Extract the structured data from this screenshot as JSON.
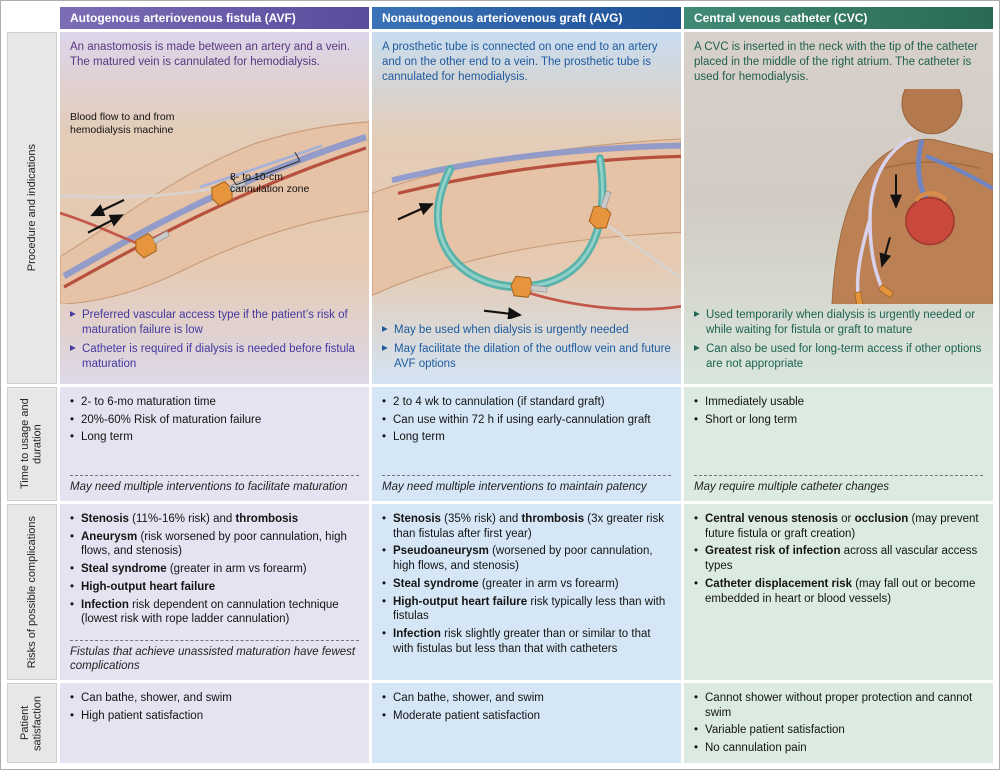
{
  "row_labels": [
    "Procedure and indications",
    "Time to usage and duration",
    "Risks of possible complications",
    "Patient satisfaction"
  ],
  "columns": [
    {
      "header": "Autogenous arteriovenous fistula (AVF)",
      "colors": {
        "header": "#5e50a0",
        "panel": "#e6e2f1",
        "accent": "#4338a0"
      },
      "procedure": {
        "description": "An anastomosis is made between an artery and a vein. The matured vein is cannulated for hemodialysis.",
        "annotations": {
          "blood_flow": "Blood flow to and from hemodialysis machine",
          "cannulation_zone": "8- to 10-cm cannulation zone"
        },
        "indications": [
          "Preferred vascular access type if the patient’s risk of maturation failure is low",
          "Catheter is required if dialysis is needed before fistula maturation"
        ]
      },
      "time": {
        "bullets": [
          "2- to 6-mo maturation time",
          "20%-60% Risk of maturation failure",
          "Long term"
        ],
        "note": "May need multiple interventions to facilitate maturation"
      },
      "risks": {
        "bullets": [
          "**Stenosis** (11%-16% risk) and **thrombosis**",
          "**Aneurysm** (risk worsened by poor cannulation, high flows, and stenosis)",
          "**Steal syndrome** (greater in arm vs forearm)",
          "**High-output heart failure**",
          "**Infection** risk dependent on cannulation technique (lowest risk with rope ladder cannulation)"
        ],
        "note": "Fistulas that achieve unassisted maturation have fewest complications"
      },
      "satisfaction": {
        "bullets": [
          "Can bathe, shower, and swim",
          "High patient satisfaction"
        ]
      }
    },
    {
      "header": "Nonautogenous arteriovenous graft (AVG)",
      "colors": {
        "header": "#2a5ca8",
        "panel": "#d5e7f6",
        "accent": "#1d5a9e"
      },
      "procedure": {
        "description": "A prosthetic tube is connected on one end to an artery and on the other end to a vein. The prosthetic tube is cannulated for hemodialysis.",
        "indications": [
          "May be used when dialysis is urgently needed",
          "May facilitate the dilation of the outflow vein and future AVF options"
        ]
      },
      "time": {
        "bullets": [
          "2 to 4 wk to cannulation (if standard graft)",
          "Can use within 72 h if using early-cannulation graft",
          "Long term"
        ],
        "note": "May need multiple interventions to maintain patency"
      },
      "risks": {
        "bullets": [
          "**Stenosis** (35% risk) and **thrombosis** (3x greater risk than fistulas after first year)",
          "**Pseudoaneurysm** (worsened by poor cannulation, high flows, and stenosis)",
          "**Steal syndrome** (greater in arm vs forearm)",
          "**High-output heart failure** risk typically less than with fistulas",
          "**Infection** risk slightly greater than or similar to that with fistulas but less than that with catheters"
        ]
      },
      "satisfaction": {
        "bullets": [
          "Can bathe, shower, and swim",
          "Moderate patient satisfaction"
        ]
      }
    },
    {
      "header": "Central venous catheter (CVC)",
      "colors": {
        "header": "#2f7460",
        "panel": "#dcebe2",
        "accent": "#1c6353"
      },
      "procedure": {
        "description": "A CVC is inserted in the neck with the tip of the catheter placed in the middle of the right atrium. The catheter is used for hemodialysis.",
        "indications": [
          "Used temporarily when dialysis is urgently needed or while waiting for fistula or graft to mature",
          "Can also be used for long-term access if other options are not appropriate"
        ]
      },
      "time": {
        "bullets": [
          "Immediately usable",
          "Short or long term"
        ],
        "note": "May require multiple catheter changes"
      },
      "risks": {
        "bullets": [
          "**Central venous stenosis** or **occlusion** (may prevent future fistula or graft creation)",
          "**Greatest risk of infection** across all vascular access types",
          "**Catheter displacement risk** (may fall out or become embedded in heart or blood vessels)"
        ]
      },
      "satisfaction": {
        "bullets": [
          "Cannot shower without proper protection and cannot swim",
          "Variable patient satisfaction",
          "No cannulation pain"
        ]
      }
    }
  ]
}
